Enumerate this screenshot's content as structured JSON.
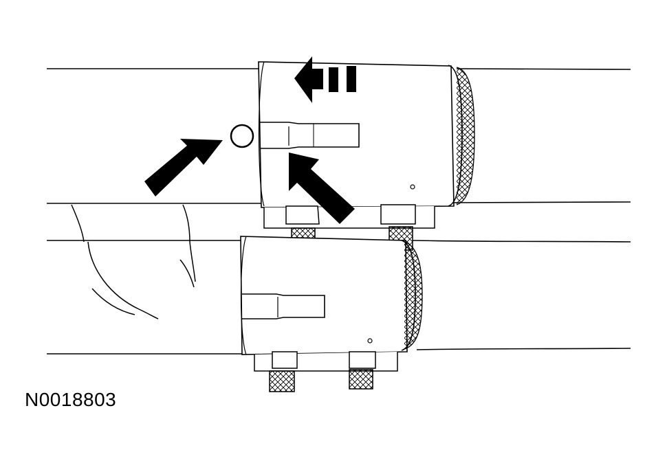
{
  "figure": {
    "id_label": "N0018803"
  },
  "colors": {
    "line": "#000000",
    "background": "#ffffff"
  },
  "icons": {
    "direction_arrow": "left-arrow-with-dashes",
    "indicator_arrows": "solid-arrow",
    "marker": "circle"
  }
}
